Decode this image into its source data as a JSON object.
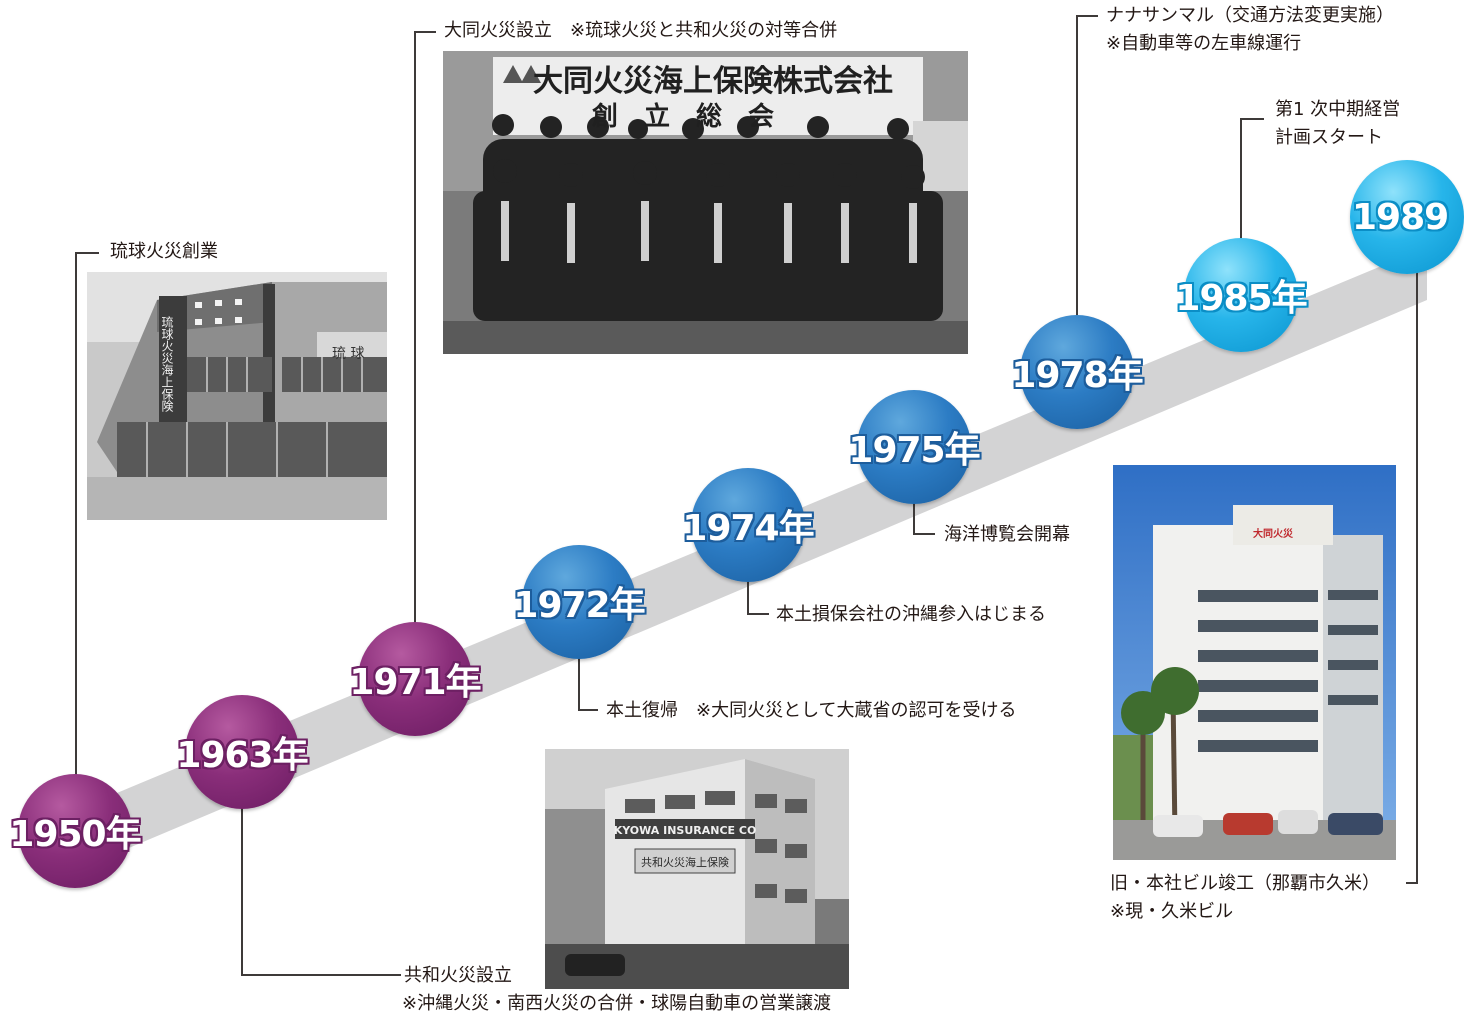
{
  "timeline": {
    "colors": {
      "band": "#d3d3d4",
      "connector": "#3e3a39",
      "purple": "#8a2e7a",
      "blue": "#2c7cc4",
      "cyan": "#27b5ea"
    },
    "nodes": [
      {
        "year": "1950年",
        "color": "purple"
      },
      {
        "year": "1963年",
        "color": "purple"
      },
      {
        "year": "1971年",
        "color": "purple"
      },
      {
        "year": "1972年",
        "color": "blue"
      },
      {
        "year": "1974年",
        "color": "blue"
      },
      {
        "year": "1975年",
        "color": "blue"
      },
      {
        "year": "1978年",
        "color": "blue"
      },
      {
        "year": "1985年",
        "color": "cyan"
      },
      {
        "year": "1989",
        "color": "cyan"
      }
    ],
    "events": {
      "e1950": {
        "line1": "琉球火災創業"
      },
      "e1963": {
        "line1": "共和火災設立",
        "line2": "※沖縄火災・南西火災の合併・球陽自動車の営業譲渡"
      },
      "e1971": {
        "line1": "大同火災設立　※琉球火災と共和火災の対等合併"
      },
      "e1972": {
        "line1": "本土復帰　※大同火災として大蔵省の認可を受ける"
      },
      "e1974": {
        "line1": "本土損保会社の沖縄参入はじまる"
      },
      "e1975": {
        "line1": "海洋博覧会開幕"
      },
      "e1978": {
        "line1": "ナナサンマル（交通方法変更実施）",
        "line2": "※自動車等の左車線運行"
      },
      "e1985": {
        "line1": "第1 次中期経営",
        "line2": "計画スタート"
      },
      "e1989": {
        "line1": "旧・本社ビル竣工（那覇市久米）",
        "line2": "※現・久米ビル"
      }
    },
    "photos": {
      "ryukyu_building": {
        "sign_vertical": "琉球火災海上保険",
        "sign_top": "琉 球"
      },
      "founding_meeting": {
        "banner_line1": "大同火災海上保険株式会社",
        "banner_line2": "創　立　総　会"
      },
      "kyowa_building": {
        "sign_en": "KYOWA INSURANCE CO",
        "sign_jp": "共和火災海上保険"
      },
      "hq_building": {
        "sign": "大同火災"
      }
    }
  }
}
